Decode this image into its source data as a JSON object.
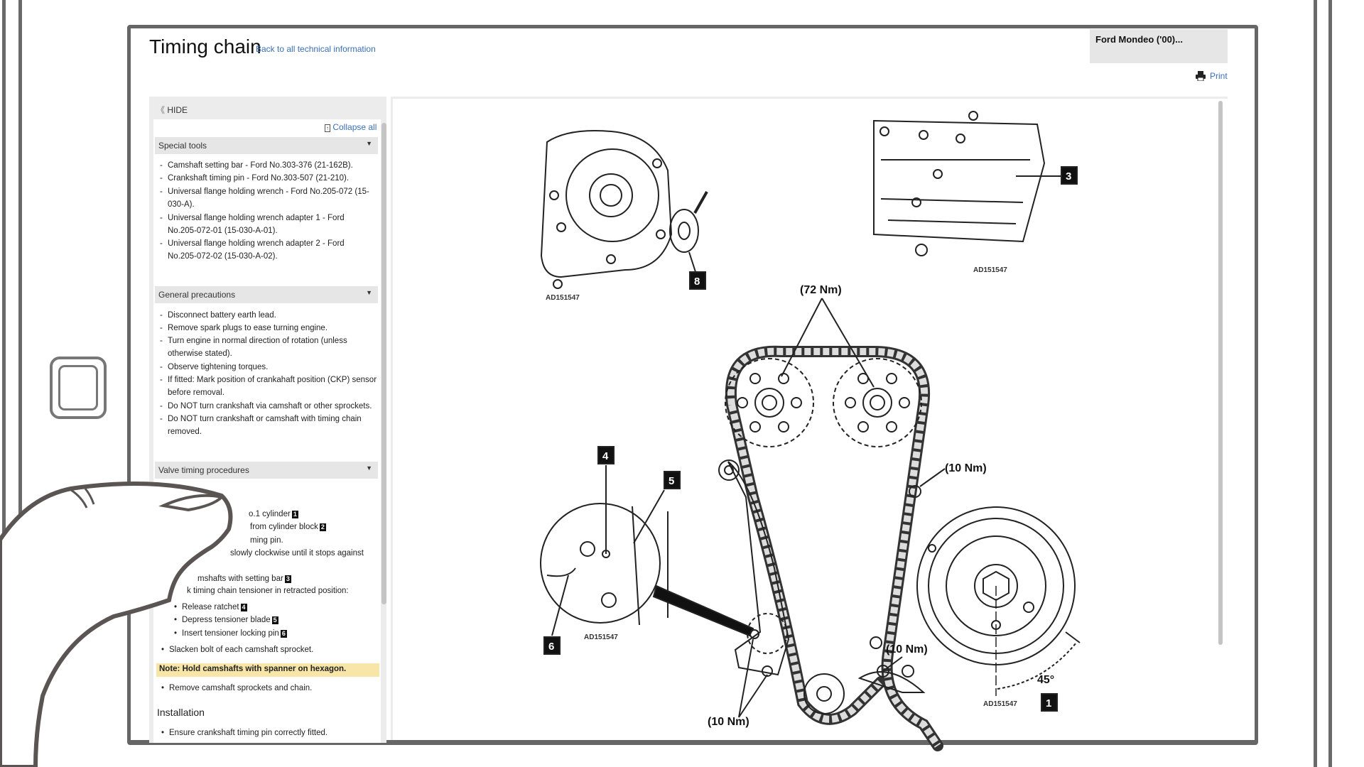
{
  "page": {
    "title": "Timing chain",
    "back_link": "Back to all technical information"
  },
  "vehicle": {
    "name": "Ford Mondeo ('00)..."
  },
  "print_label": "Print",
  "sidebar": {
    "hide_label": "HIDE",
    "collapse_all": "Collapse all",
    "sections": [
      {
        "title": "Special tools",
        "items": [
          "Camshaft setting bar - Ford No.303-376 (21-162B).",
          "Crankshaft timing pin - Ford No.303-507 (21-210).",
          "Universal flange holding wrench - Ford No.205-072 (15-030-A).",
          "Universal flange holding wrench adapter 1 - Ford No.205-072-01 (15-030-A-01).",
          "Universal flange holding wrench adapter 2 - Ford No.205-072-02 (15-030-A-02)."
        ]
      },
      {
        "title": "General precautions",
        "items": [
          "Disconnect battery earth lead.",
          "Remove spark plugs to ease turning engine.",
          "Turn engine in normal direction of rotation (unless otherwise stated).",
          "Observe tightening torques.",
          "If fitted: Mark position of crankahaft position (CKP) sensor before removal.",
          "Do NOT turn crankshaft via camshaft or other sprockets.",
          "Do NOT turn crankshaft or camshaft with timing chain removed."
        ]
      },
      {
        "title": "Valve timing procedures",
        "fragments": [
          {
            "text": "o.1 cylinder",
            "badge": "1"
          },
          {
            "text": "from cylinder block",
            "badge": "2"
          },
          {
            "text": "ming pin.",
            "badge": ""
          },
          {
            "text": "slowly clockwise until it stops against",
            "badge": ""
          },
          {
            "text": "mshafts with setting bar",
            "badge": "3"
          },
          {
            "text": "k timing chain tensioner in retracted position:",
            "badge": ""
          }
        ],
        "sub_items": [
          {
            "text": "Release ratchet",
            "badge": "4"
          },
          {
            "text": "Depress tensioner blade",
            "badge": "5"
          },
          {
            "text": "Insert tensioner locking pin",
            "badge": "6"
          }
        ],
        "slacken": "Slacken bolt of each camshaft sprocket.",
        "note": "Note: Hold camshafts with spanner on hexagon.",
        "remove": "Remove camshaft sprockets and chain.",
        "installation_heading": "Installation",
        "installation_items": [
          "Ensure crankshaft timing pin correctly fitted."
        ]
      }
    ]
  },
  "diagram": {
    "ref": "AD151547",
    "callouts": [
      "1",
      "3",
      "4",
      "5",
      "6",
      "8"
    ],
    "torques": {
      "cam": "(72 Nm)",
      "upper_right": "(10 Nm)",
      "lower_mid": "(10 Nm)",
      "lower_left": "(10 Nm)"
    },
    "angle": "45°"
  }
}
